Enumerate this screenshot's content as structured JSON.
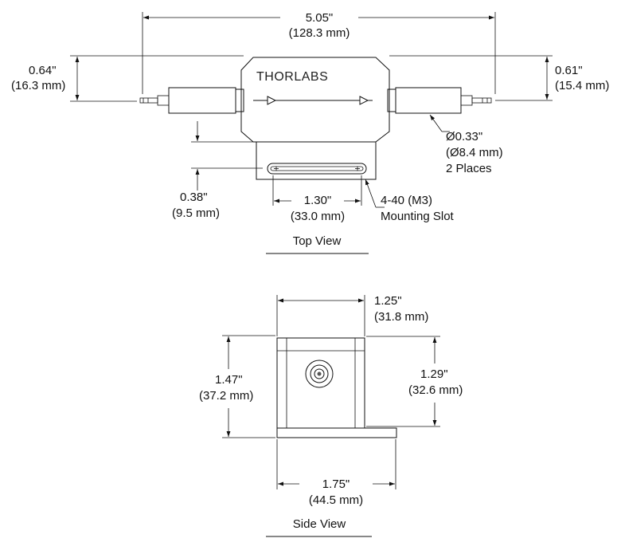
{
  "brand": "THORLABS",
  "top_view": {
    "title": "Top View",
    "overall_length": {
      "imperial": "5.05\"",
      "metric": "(128.3 mm)"
    },
    "left_height": {
      "imperial": "0.64\"",
      "metric": "(16.3 mm)"
    },
    "right_height": {
      "imperial": "0.61\"",
      "metric": "(15.4 mm)"
    },
    "fiber_diameter": {
      "imperial": "Ø0.33\"",
      "metric": "(Ø8.4 mm)",
      "note": "2 Places"
    },
    "base_offset": {
      "imperial": "0.38\"",
      "metric": "(9.5 mm)"
    },
    "slot_length": {
      "imperial": "1.30\"",
      "metric": "(33.0 mm)"
    },
    "mounting_slot": {
      "line1": "4-40 (M3)",
      "line2": "Mounting Slot"
    }
  },
  "side_view": {
    "title": "Side View",
    "body_width": {
      "imperial": "1.25\"",
      "metric": "(31.8 mm)"
    },
    "total_height": {
      "imperial": "1.47\"",
      "metric": "(37.2 mm)"
    },
    "body_height": {
      "imperial": "1.29\"",
      "metric": "(32.6 mm)"
    },
    "base_width": {
      "imperial": "1.75\"",
      "metric": "(44.5 mm)"
    }
  }
}
